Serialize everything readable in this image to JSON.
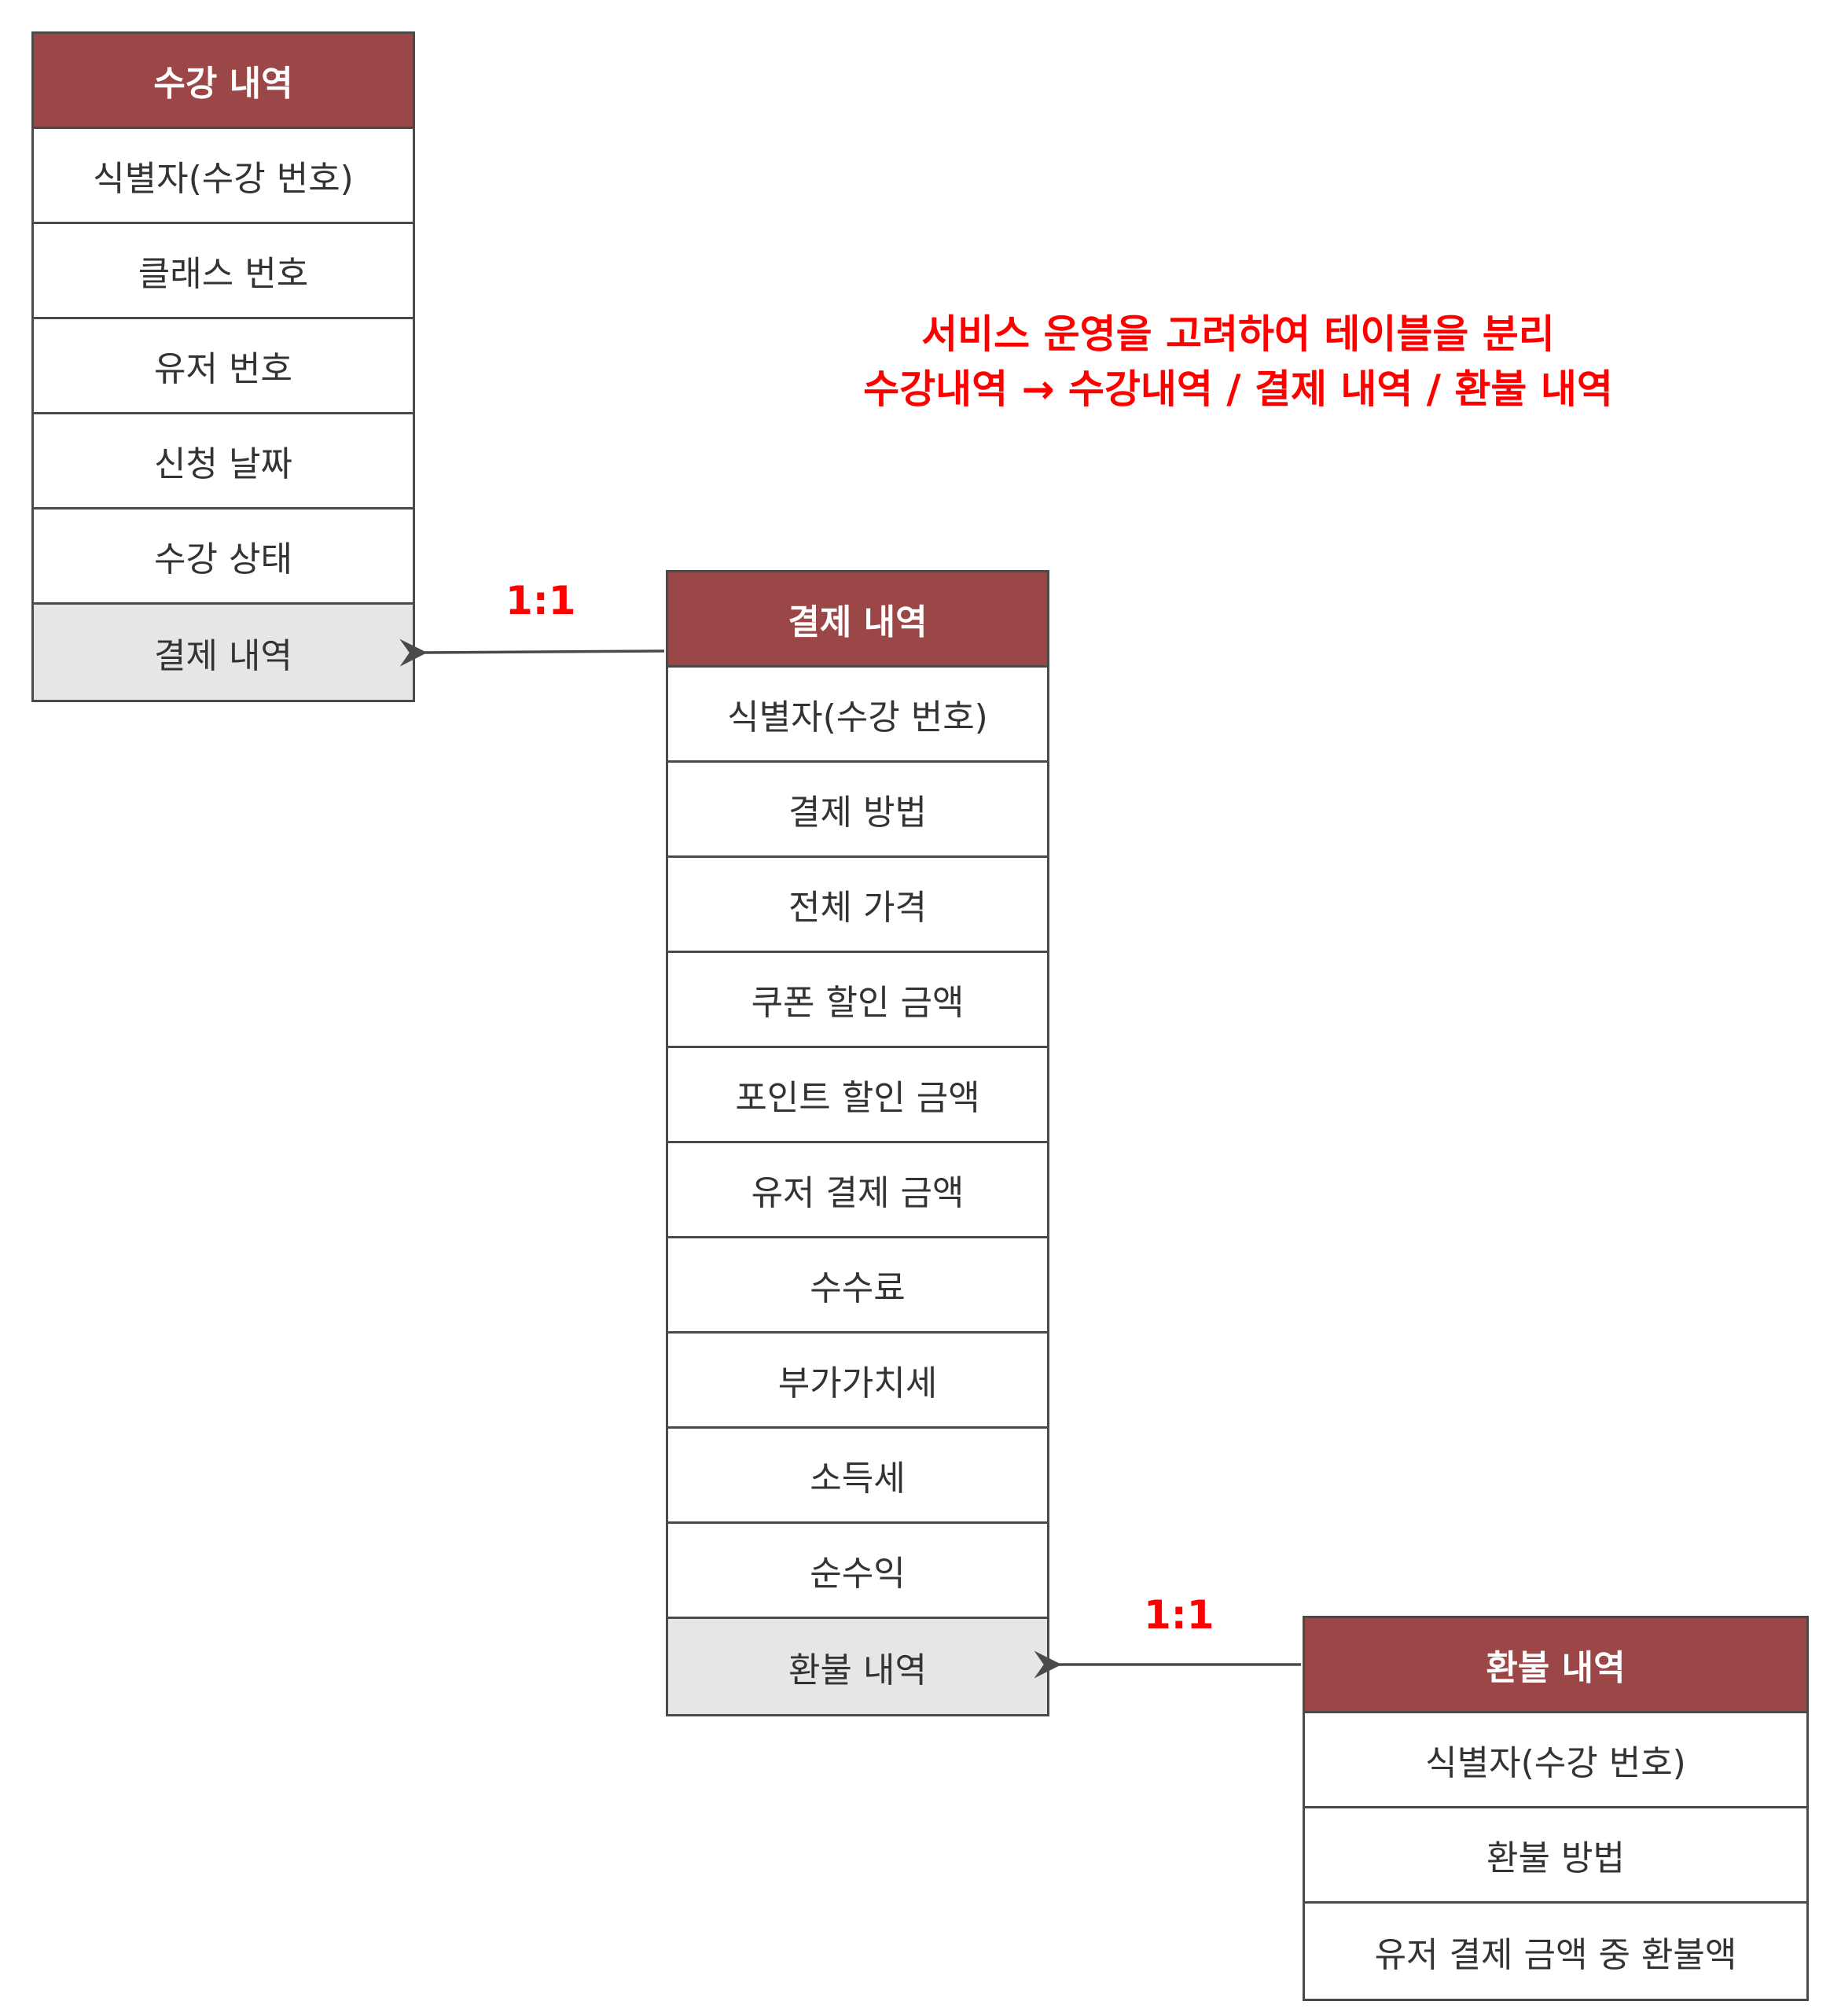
{
  "note": {
    "line1": "서비스 운영을 고려하여 테이블을 분리",
    "line2": "수강내역 → 수강내역 / 결제 내역 / 환불 내역"
  },
  "entities": {
    "enrollment": {
      "title": "수강 내역",
      "fields": [
        "식별자(수강 번호)",
        "클래스 번호",
        "유저 번호",
        "신청 날짜",
        "수강 상태"
      ],
      "ref": "결제 내역"
    },
    "payment": {
      "title": "결제 내역",
      "fields": [
        "식별자(수강 번호)",
        "결제 방법",
        "전체 가격",
        "쿠폰 할인 금액",
        "포인트 할인 금액",
        "유저 결제 금액",
        "수수료",
        "부가가치세",
        "소득세",
        "순수익"
      ],
      "ref": "환불 내역"
    },
    "refund": {
      "title": "환불 내역",
      "fields": [
        "식별자(수강 번호)",
        "환불 방법",
        "유저 결제 금액 중 환불액"
      ]
    }
  },
  "relations": [
    {
      "label": "1:1",
      "from": "결제 내역",
      "to": "수강 내역"
    },
    {
      "label": "1:1",
      "from": "환불 내역",
      "to": "결제 내역"
    }
  ],
  "colors": {
    "header": "#9c4747",
    "ref_row": "#e6e6e6",
    "accent": "#ff0000",
    "border": "#4a4a4a"
  }
}
